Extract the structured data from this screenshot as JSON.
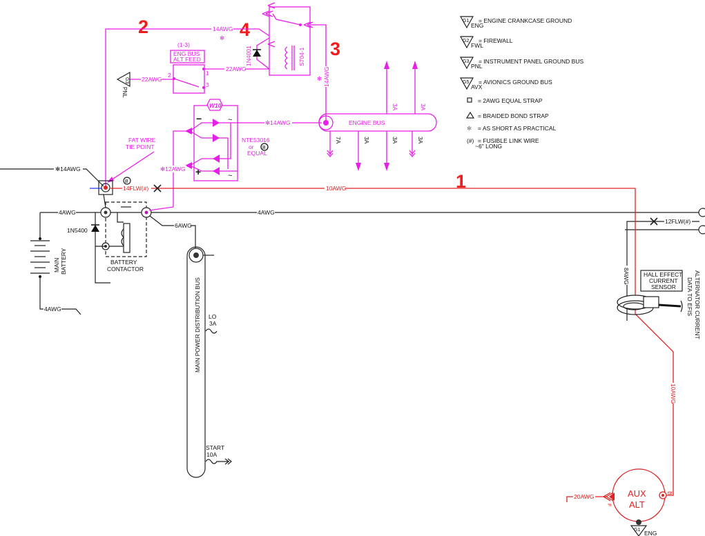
{
  "colors": {
    "switched_wiring": "#e81ee8",
    "alternator_wiring": "#e02222",
    "main_wiring": "#222222",
    "callout_numbers": "#ee1c1c"
  },
  "callouts": [
    "1",
    "2",
    "3",
    "4"
  ],
  "relay": {
    "wire_top": "14AWG",
    "short_mark": "✻",
    "diode": "1N4001",
    "part": "S704-1",
    "wire_down": "14AWG",
    "wire_down_mark": "✻"
  },
  "switch": {
    "range": "(1-3)",
    "label_line1": "ENG BUS",
    "label_line2": "ALT FEED",
    "pin1": "1",
    "pin2": "2",
    "pin3": "3",
    "wire_to_relay": "22AWG",
    "wire_to_ground": "22AWG",
    "ground_id": "G3",
    "ground_loc": "PNL"
  },
  "rectifier": {
    "id": "W10",
    "minus": "−",
    "plus": "+",
    "ac": "~",
    "part_line1": "NTE53016",
    "part_line2": "or",
    "part_badge": "B",
    "part_line3": "EQUAL",
    "wire_out": "✻14AWG",
    "wire_in": "✻12AWG"
  },
  "engine_bus": {
    "label": "ENGINE BUS",
    "fuses_up": [
      "3A",
      "3A"
    ],
    "fuses_down": [
      "7A",
      "3A",
      "3A",
      "3A"
    ]
  },
  "tie_point": {
    "line1": "FAT WIRE",
    "line2": "TIE POINT",
    "wire_in": "✻14AWG",
    "fusible": "14FLW(#)",
    "badge": "B",
    "wire_alt": "10AWG"
  },
  "main": {
    "wire_left": "4AWG",
    "wire_right": "4AWG",
    "wire_bus": "6AWG",
    "diode": "1N5400",
    "battery_line1": "MAIN",
    "battery_line2": "BATTERY",
    "battery_ground_wire": "4AWG",
    "contactor_line1": "BATTERY",
    "contactor_line2": "CONTACTOR"
  },
  "distribution_bus": {
    "label": "MAIN POWER DISTRIBUTION BUS",
    "lo_label": "LO",
    "lo_fuse": "3A",
    "start_label": "START",
    "start_fuse": "10A"
  },
  "right": {
    "fusible": "12FLW(#)",
    "wire_8": "8AWG",
    "sensor_line1": "HALL EFFECT",
    "sensor_line2": "CURRENT",
    "sensor_line3": "SENSOR",
    "efis_line1": "ALTERNATOR CURRENT",
    "efis_line2": "DATA TO EFIS",
    "alt_wire": "10AWG"
  },
  "alternator": {
    "line1": "AUX",
    "line2": "ALT",
    "b_terminal": "B",
    "f_terminal": "F",
    "field_wire": "20AWG",
    "ground_id": "G1",
    "ground_loc": "ENG"
  },
  "legend": [
    {
      "id": "G1",
      "sub": "ENG",
      "text": "= ENGINE CRANKCASE GROUND"
    },
    {
      "id": "G2",
      "sub": "FWL",
      "text": "= FIREWALL"
    },
    {
      "id": "G3",
      "sub": "PNL",
      "text": "= INSTRUMENT PANEL GROUND BUS"
    },
    {
      "id": "G5",
      "sub": "AVX",
      "text": "= AVIONICS GROUND BUS"
    },
    {
      "symbol": "square",
      "text": "= 2AWG EQUAL STRAP"
    },
    {
      "symbol": "triangle",
      "text": "= BRAIDED BOND STRAP"
    },
    {
      "symbol": "✻",
      "text": "= AS SHORT AS PRACTICAL"
    },
    {
      "symbol": "(#)",
      "text": "= FUSIBLE LINK WIRE",
      "text2": "~6\" LONG"
    }
  ]
}
